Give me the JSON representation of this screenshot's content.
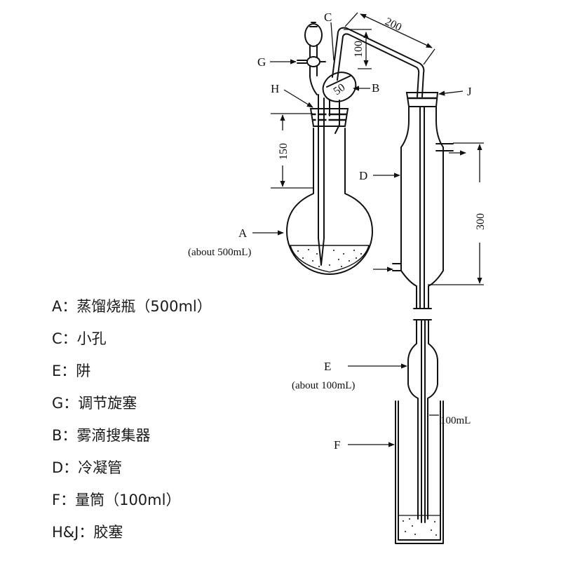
{
  "diagram": {
    "labels": {
      "C": "C",
      "G": "G",
      "H": "H",
      "B": "B",
      "J": "J",
      "A": "A",
      "A_note": "(about 500mL)",
      "D": "D",
      "E": "E",
      "E_note": "(about 100mL)",
      "F": "F",
      "F_capacity": "100mL"
    },
    "dimensions": {
      "d200": "200",
      "d100": "100",
      "d50": "50",
      "d150": "150",
      "d300": "300"
    }
  },
  "legend": {
    "items": [
      "A：蒸馏烧瓶（500ml）",
      "C：小孔",
      "E：阱",
      "G：调节旋塞",
      "B：雾滴搜集器",
      "D：冷凝管",
      "F：量筒（100ml）",
      "H&J：胶塞"
    ]
  }
}
